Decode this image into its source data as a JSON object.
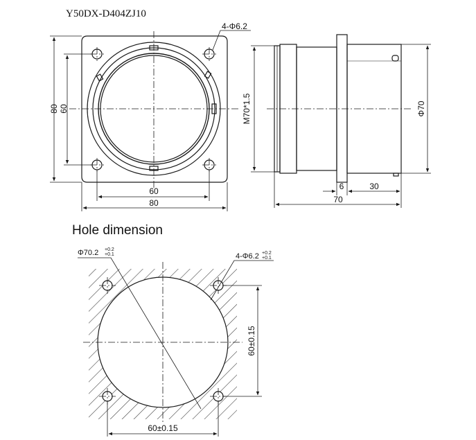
{
  "title": "Y50DX-D404ZJ10",
  "front_view": {
    "hole_callout": "4-Φ6.2",
    "dim_height_outer": "80",
    "dim_height_inner": "60",
    "dim_width_inner": "60",
    "dim_width_outer": "80"
  },
  "side_view": {
    "thread_label": "M70*1.5",
    "diameter_label": "Φ70",
    "dim_flange": "6",
    "dim_rear": "30",
    "dim_total": "70"
  },
  "hole_view": {
    "heading": "Hole dimension",
    "center_hole": {
      "base": "Φ70.2",
      "tol_upper": "+0.2",
      "tol_lower": "+0.1"
    },
    "mount_hole": {
      "base": "4-Φ6.2",
      "tol_upper": "+0.2",
      "tol_lower": "+0.1"
    },
    "dim_vertical": "60±0.15",
    "dim_horizontal": "60±0.15"
  },
  "colors": {
    "line": "#1a1a1a",
    "hatch": "#444444"
  }
}
